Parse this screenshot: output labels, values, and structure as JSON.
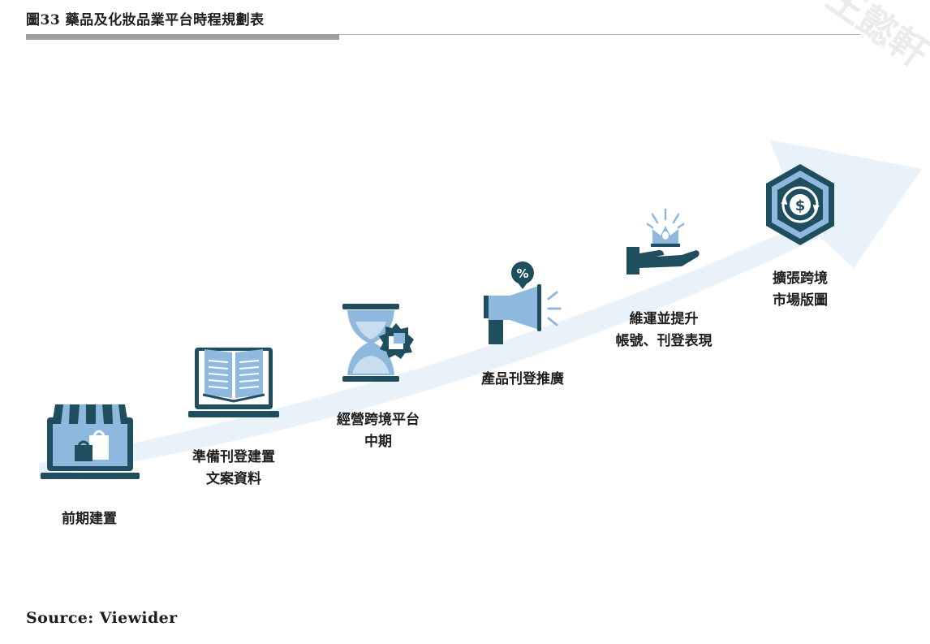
{
  "title": "圖33 藥品及化妝品業平台時程規劃表",
  "watermark": "王懿軒",
  "steps": [
    {
      "label": "前期建置",
      "icon": "online-store-laptop-icon"
    },
    {
      "label": "準備刊登建置\n文案資料",
      "icon": "open-book-laptop-icon"
    },
    {
      "label": "經營跨境平台\n中期",
      "icon": "hourglass-icon"
    },
    {
      "label": "產品刊登推廣",
      "icon": "megaphone-percent-icon"
    },
    {
      "label": "維運並提升\n帳號、刊登表現",
      "icon": "crown-hand-icon"
    },
    {
      "label": "擴張跨境\n市場版圖",
      "icon": "dollar-hexagon-icon"
    }
  ],
  "source": "Source: Viewider",
  "colors": {
    "dark": "#1f4e5f",
    "light": "#8fb8de",
    "pale": "#e8f0f8"
  }
}
